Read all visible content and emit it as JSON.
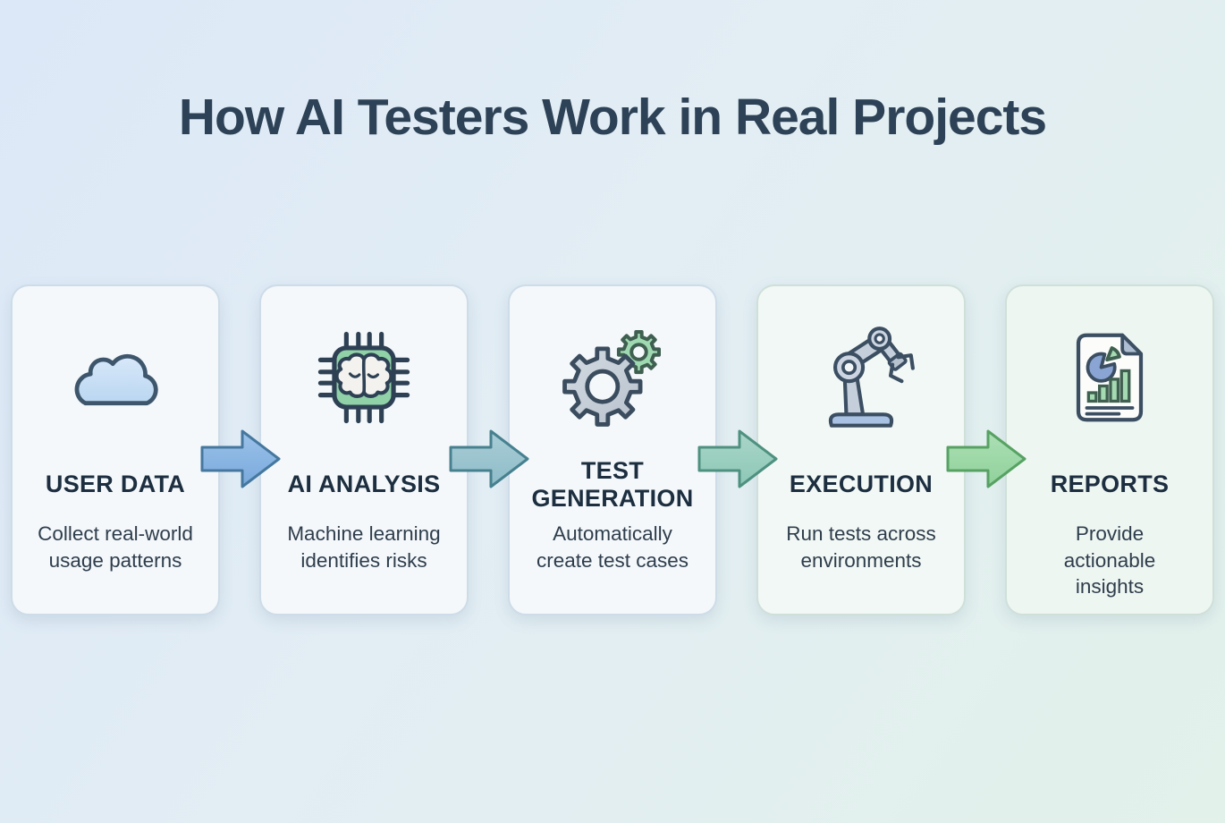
{
  "title": "How AI Testers Work in Real Projects",
  "steps": [
    {
      "name": "user-data",
      "title": "USER DATA",
      "description": "Collect real-world usage patterns",
      "icon": "cloud-icon"
    },
    {
      "name": "ai-analysis",
      "title": "AI ANALYSIS",
      "description": "Machine learning identifies risks",
      "icon": "chip-brain-icon"
    },
    {
      "name": "test-generation",
      "title": "TEST GENERATION",
      "description": "Automatically create test cases",
      "icon": "gears-icon"
    },
    {
      "name": "execution",
      "title": "EXECUTION",
      "description": "Run tests across environments",
      "icon": "robot-arm-icon"
    },
    {
      "name": "reports",
      "title": "REPORTS",
      "description": "Provide actionable insights",
      "icon": "report-document-icon"
    }
  ],
  "arrows": [
    {
      "fill": "#8ab6e2",
      "stroke": "#46789f"
    },
    {
      "fill": "#9cc5cf",
      "stroke": "#47818f"
    },
    {
      "fill": "#9bcfc0",
      "stroke": "#4f9180"
    },
    {
      "fill": "#9dd8a7",
      "stroke": "#57a263"
    }
  ],
  "colors": {
    "title_text": "#2d4256",
    "card_title_text": "#1c2e3f",
    "card_body_text": "#2e3d4c",
    "card_background": "#f4f8fb",
    "card_border": "#cddce8",
    "background_start": "#dce8f7",
    "background_end": "#e2f1ea",
    "icon_outline": "#3b4e62",
    "cloud_fill": "#c3ddf3",
    "chip_fill": "#90d1a7",
    "gear_gray": "#c5ccd5",
    "gear_green": "#9fd9b1",
    "robot_base_fill": "#a9c2e4",
    "pie_blue": "#8aa5d4",
    "pie_slice_green": "#a5dab2"
  }
}
